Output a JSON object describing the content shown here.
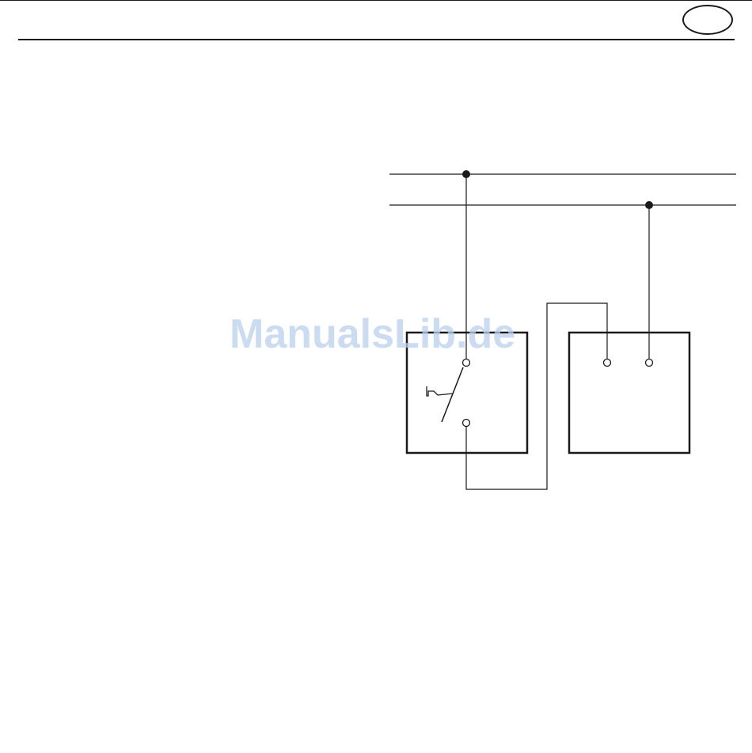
{
  "watermark": {
    "text": "ManualsLib.de",
    "color": "#b9d0ee"
  },
  "colors": {
    "line": "#1a1a1a",
    "background": "#ffffff"
  },
  "diagram": {
    "components": [
      "supply-line-upper",
      "supply-line-lower",
      "pushbutton-switch",
      "device-box"
    ]
  }
}
